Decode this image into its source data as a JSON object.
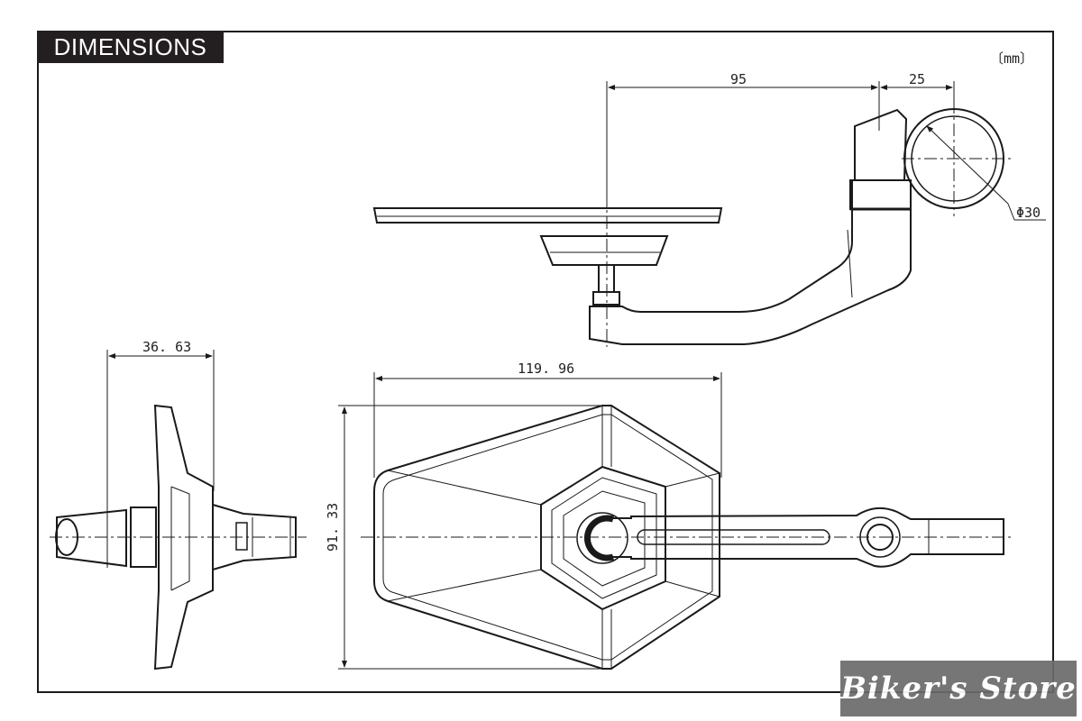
{
  "title": "DIMENSIONS",
  "units": "〔mm〕",
  "dimensions": {
    "top_left_span": "95",
    "top_right_span": "25",
    "clamp_diameter": "Φ30",
    "side_width": "36. 63",
    "front_width": "119. 96",
    "front_height": "91. 33"
  },
  "watermark": "Biker's Store",
  "colors": {
    "ink": "#1a1a1a",
    "tab": "#231f20",
    "watermark": "#6b6b6b"
  }
}
